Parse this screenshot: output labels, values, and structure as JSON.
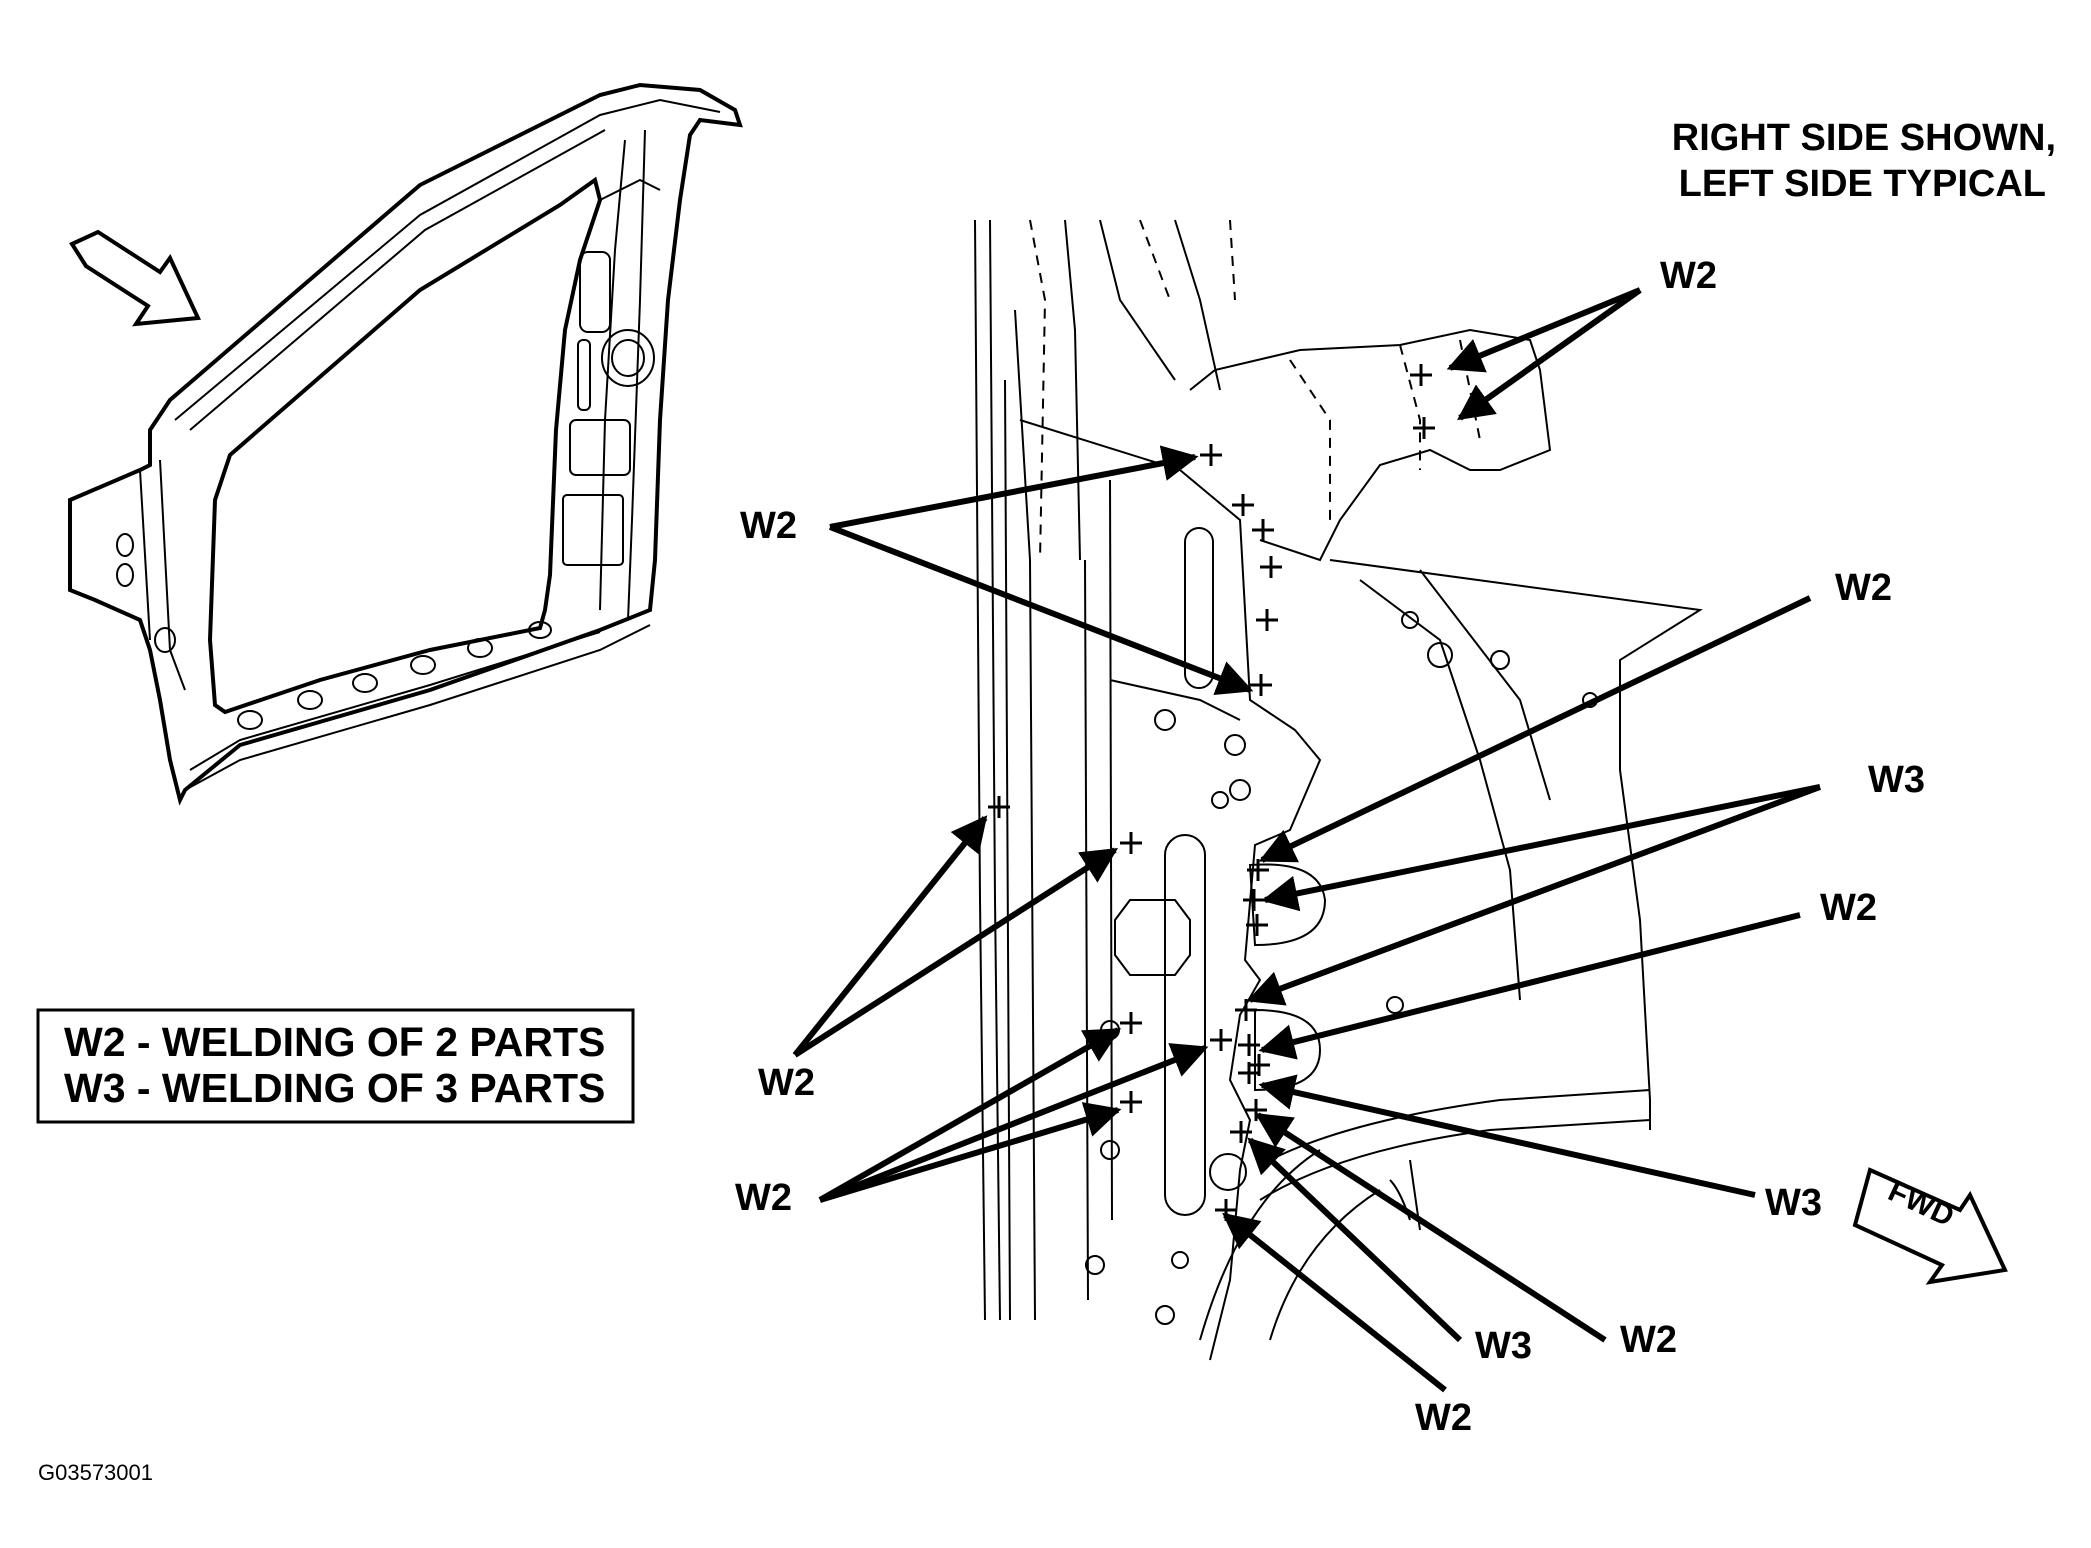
{
  "note": {
    "line1": "RIGHT SIDE SHOWN,",
    "line2": "LEFT SIDE TYPICAL"
  },
  "legend": {
    "line1": "W2 - WELDING OF 2 PARTS",
    "line2": "W3 - WELDING OF 3 PARTS"
  },
  "figure_id": "G03573001",
  "fwd_label": "FWD",
  "callouts": {
    "w2_top_right": "W2",
    "w2_upper_left": "W2",
    "w2_right_1": "W2",
    "w3_right_1": "W3",
    "w2_right_2": "W2",
    "w2_left_lower": "W2",
    "w2_left_bottom": "W2",
    "w3_right_2": "W3",
    "w3_bottom": "W3",
    "w2_bottom_1": "W2",
    "w2_bottom_2": "W2"
  },
  "colors": {
    "ink": "#000000",
    "background": "#ffffff"
  }
}
